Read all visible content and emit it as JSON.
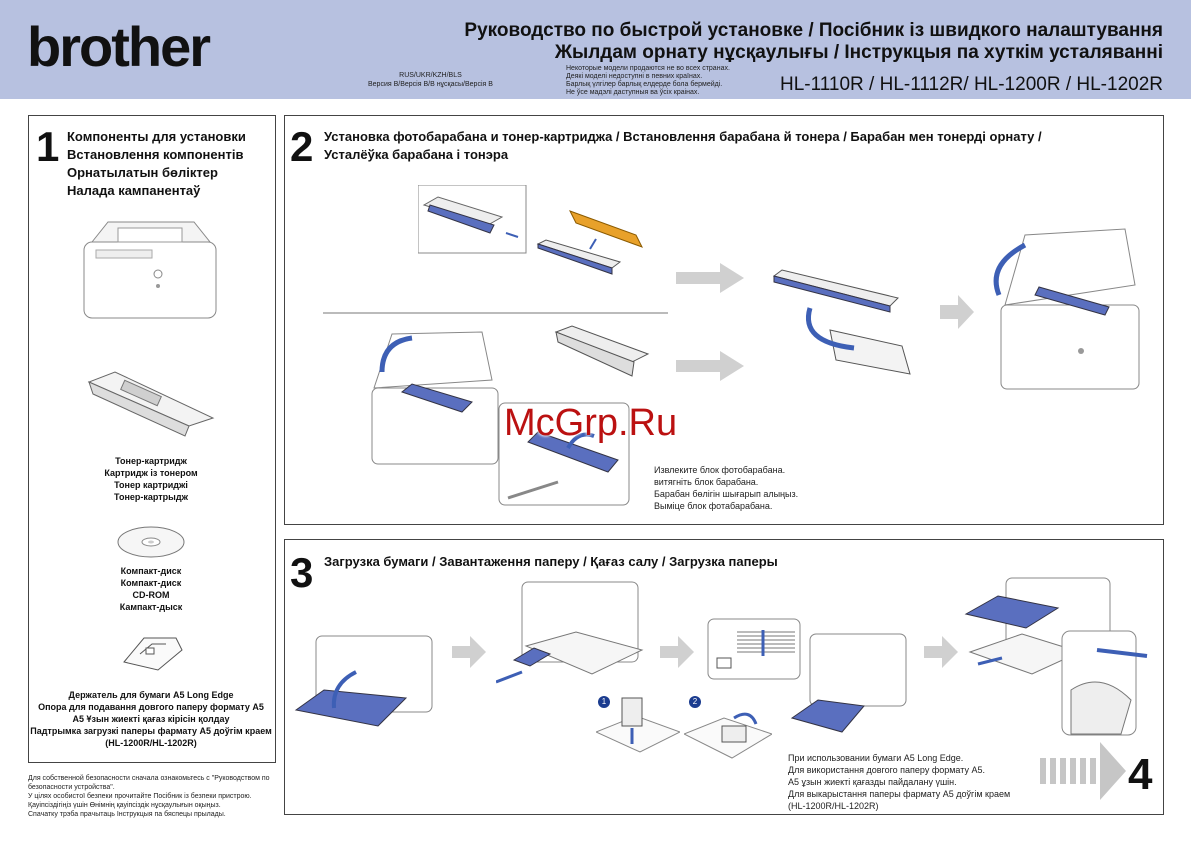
{
  "header": {
    "brand": "brother",
    "title_line1": "Руководство по быстрой установке / Посібник із швидкого налаштування",
    "title_line2": "Жылдам орнату нұсқаулығы / Інструкцыя па хуткім усталяванні",
    "models": "HL-1110R / HL-1112R/ HL-1200R / HL-1202R",
    "version_line1": "RUS/UKR/KZH/BLS",
    "version_line2": "Версия B/Версія B/B нұсқасы/Версія B",
    "models_note": [
      "Некоторые модели продаются не во всех странах.",
      "Деякі моделі недоступні в певних країнах.",
      "Барлық үлгілер барлық елдерде бола бермейді.",
      "Не ўсе мадэлі даступныя ва ўсіх краінах."
    ]
  },
  "step1": {
    "number": "1",
    "title": [
      "Компоненты для установки",
      "Встановлення компонентів",
      "Орнатылатын бөліктер",
      "Налада кампанентаў"
    ],
    "toner_caption": [
      "Тонер-картридж",
      "Картридж із тонером",
      "Тонер картриджі",
      "Тонер-картрыдж"
    ],
    "cd_caption": [
      "Компакт-диск",
      "Компакт-диск",
      "CD-ROM",
      "Кампакт-дыск"
    ],
    "holder_caption": [
      "Держатель для бумаги A5 Long Edge",
      "Опора для подавання довгого паперу формату А5",
      "A5 Ұзын жиекті қағаз кірісін қолдау",
      "Падтрымка загрузкі паперы фармату А5 доўгім краем",
      "(HL-1200R/HL-1202R)"
    ]
  },
  "step2": {
    "number": "2",
    "title": [
      "Установка фотобарабана и тонер-картриджа / Встановлення барабана й тонера / Барабан мен тонерді орнату /",
      "Усталёўка барабана і тонэра"
    ],
    "drum_text": [
      "Извлеките блок фотобарабана.",
      "витягніть блок барабана.",
      "Барабан бөлігін шығарып алыңыз.",
      "Выміце блок фотабарабана."
    ]
  },
  "step3": {
    "number": "3",
    "title": "Загрузка бумаги / Завантаження паперу / Қағаз салу / Загрузка паперы",
    "a5_text": [
      "При использовании бумаги A5 Long Edge.",
      "Для використання довгого паперу формату А5.",
      "A5 ұзын жиекті қағазды пайдалану үшін.",
      "Для выкарыстання паперы фармату А5 доўгім краем",
      "(HL-1200R/HL-1202R)"
    ],
    "sub1": "1",
    "sub2": "2",
    "next_step": "4"
  },
  "footer": [
    "Для собственной безопасности сначала ознакомьтесь с \"Руководством по безопасности устройства\".",
    "У цілях особистої безпеки прочитайте Посібник із безпеки пристрою.",
    "Қауіпсіздігіңіз үшін Өнімнің қауіпсіздік нұсқаулығын оқыңыз.",
    "Спачатку трэба прачытаць Інструкцыя па бяспецы прылады."
  ],
  "watermark": "McGrp.Ru",
  "colors": {
    "header_bg": "#b7c1e0",
    "toner_blue": "#5a6fbf",
    "arrow_gray": "#cfcfcf",
    "accent_orange": "#e8a12a",
    "arrow_blue": "#3d5fb5"
  }
}
